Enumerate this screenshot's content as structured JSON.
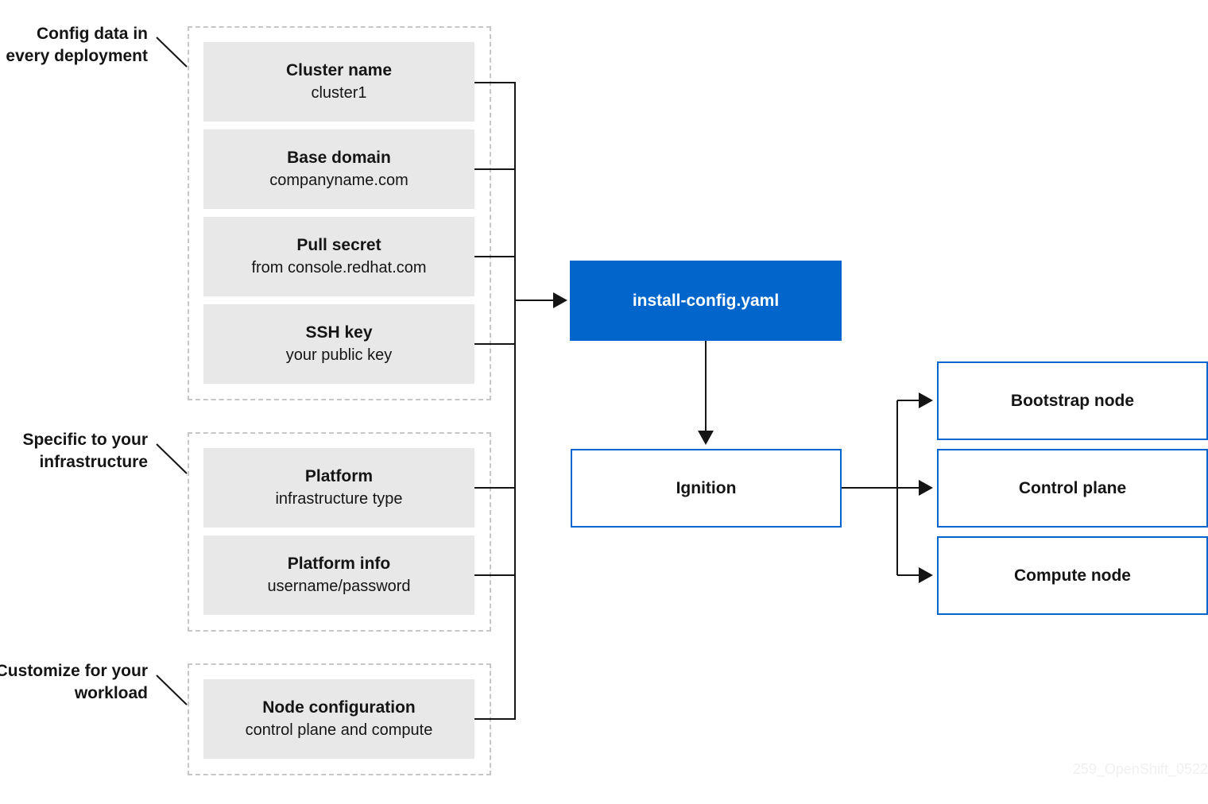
{
  "groups": [
    {
      "label": "Config data in every deployment",
      "items": [
        {
          "title": "Cluster name",
          "sub": "cluster1"
        },
        {
          "title": "Base domain",
          "sub": "companyname.com"
        },
        {
          "title": "Pull secret",
          "sub": "from console.redhat.com"
        },
        {
          "title": "SSH key",
          "sub": "your public key"
        }
      ]
    },
    {
      "label": "Specific to your infrastructure",
      "items": [
        {
          "title": "Platform",
          "sub": "infrastructure type"
        },
        {
          "title": "Platform info",
          "sub": "username/password"
        }
      ]
    },
    {
      "label": "Customize for your workload",
      "items": [
        {
          "title": "Node configuration",
          "sub": "control plane and compute"
        }
      ]
    }
  ],
  "flow": {
    "install_config": "install-config.yaml",
    "ignition": "Ignition",
    "nodes": [
      "Bootstrap node",
      "Control plane",
      "Compute node"
    ]
  },
  "colors": {
    "accent": "#0066cc",
    "item_bg": "#e8e8e8",
    "dashed_border": "#c7c7c7",
    "line": "#151515"
  },
  "watermark": "259_OpenShift_0522"
}
